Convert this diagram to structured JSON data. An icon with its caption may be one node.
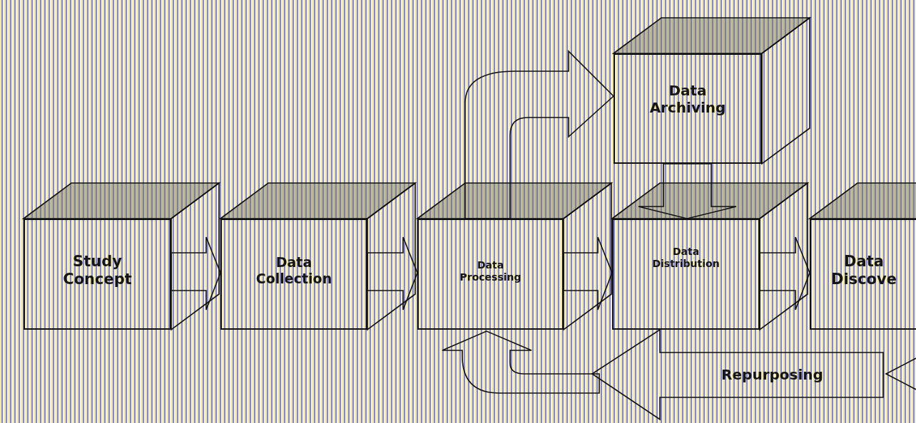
{
  "diagram": {
    "nodes": [
      {
        "text": [
          "Study Concept"
        ]
      },
      {
        "text": [
          "Data Collection"
        ]
      },
      {
        "text": [
          "Data Processing"
        ]
      },
      {
        "text": [
          "Data Archiving"
        ]
      },
      {
        "text": [
          "Data Distribution"
        ]
      },
      {
        "text": [
          "Data Discove"
        ]
      },
      {
        "text": [
          "Repurposing"
        ]
      }
    ],
    "edges": [
      {
        "from": 0,
        "to": 1,
        "arrow": "to"
      },
      {
        "from": 1,
        "to": 2,
        "arrow": "to"
      },
      {
        "from": 2,
        "to": 4,
        "arrow": "to"
      },
      {
        "from": 4,
        "to": 5,
        "arrow": "to"
      },
      {
        "from": 2,
        "to": 3,
        "arrow": "to"
      },
      {
        "from": 3,
        "to": 4,
        "arrow": "to"
      },
      {
        "from": 6,
        "to": 2,
        "arrow": "to"
      },
      {
        "from": null,
        "to": 6,
        "arrow": "to"
      }
    ]
  }
}
